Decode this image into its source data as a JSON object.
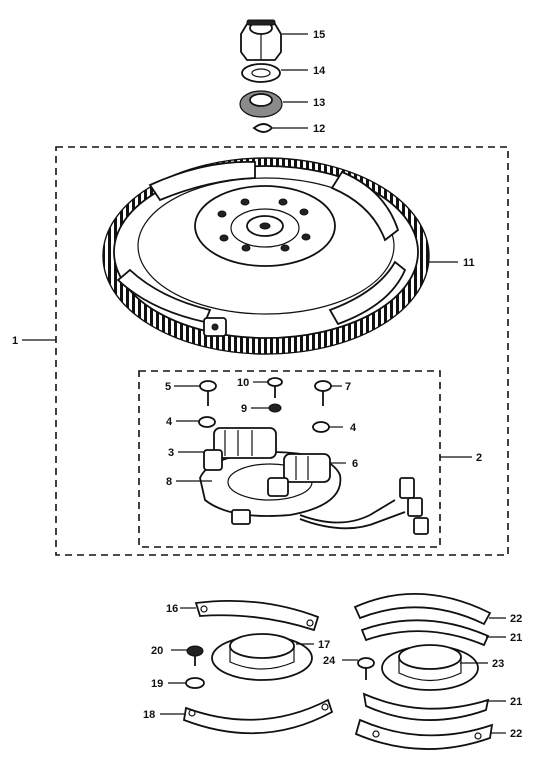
{
  "diagram": {
    "callouts": [
      {
        "id": "c15",
        "label": "15"
      },
      {
        "id": "c14",
        "label": "14"
      },
      {
        "id": "c13",
        "label": "13"
      },
      {
        "id": "c12",
        "label": "12"
      },
      {
        "id": "c11",
        "label": "11"
      },
      {
        "id": "c1",
        "label": "1"
      },
      {
        "id": "c2",
        "label": "2"
      },
      {
        "id": "c5",
        "label": "5"
      },
      {
        "id": "c10",
        "label": "10"
      },
      {
        "id": "c7",
        "label": "7"
      },
      {
        "id": "c9",
        "label": "9"
      },
      {
        "id": "c4a",
        "label": "4"
      },
      {
        "id": "c4b",
        "label": "4"
      },
      {
        "id": "c3",
        "label": "3"
      },
      {
        "id": "c6",
        "label": "6"
      },
      {
        "id": "c8",
        "label": "8"
      },
      {
        "id": "c16",
        "label": "16"
      },
      {
        "id": "c17",
        "label": "17"
      },
      {
        "id": "c20",
        "label": "20"
      },
      {
        "id": "c19",
        "label": "19"
      },
      {
        "id": "c18",
        "label": "18"
      },
      {
        "id": "c22a",
        "label": "22"
      },
      {
        "id": "c21a",
        "label": "21"
      },
      {
        "id": "c24",
        "label": "24"
      },
      {
        "id": "c23",
        "label": "23"
      },
      {
        "id": "c21b",
        "label": "21"
      },
      {
        "id": "c22b",
        "label": "22"
      }
    ]
  }
}
